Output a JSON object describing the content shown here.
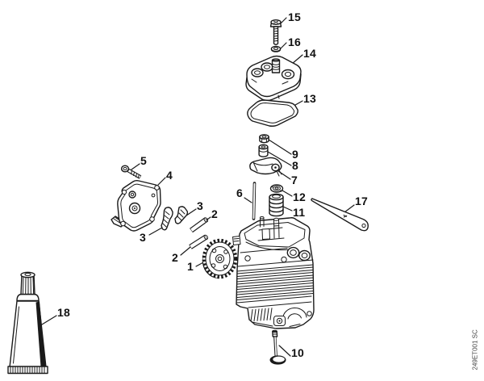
{
  "figure": {
    "drawing_code": "249ET001 SC"
  },
  "colors": {
    "line": "#1a1a1a",
    "background": "#ffffff",
    "label_text": "#111111"
  },
  "callouts": {
    "n15": {
      "label": "15"
    },
    "n16": {
      "label": "16"
    },
    "n14": {
      "label": "14"
    },
    "n13": {
      "label": "13"
    },
    "n9": {
      "label": "9"
    },
    "n8": {
      "label": "8"
    },
    "n7": {
      "label": "7"
    },
    "n6": {
      "label": "6"
    },
    "n12": {
      "label": "12"
    },
    "n11": {
      "label": "11"
    },
    "n17": {
      "label": "17"
    },
    "n5": {
      "label": "5"
    },
    "n4": {
      "label": "4"
    },
    "n3_upper": {
      "label": "3"
    },
    "n2_upper": {
      "label": "2"
    },
    "n3_lower": {
      "label": "3"
    },
    "n2_lower": {
      "label": "2"
    },
    "n1": {
      "label": "1"
    },
    "n10": {
      "label": "10"
    },
    "n18": {
      "label": "18"
    }
  }
}
